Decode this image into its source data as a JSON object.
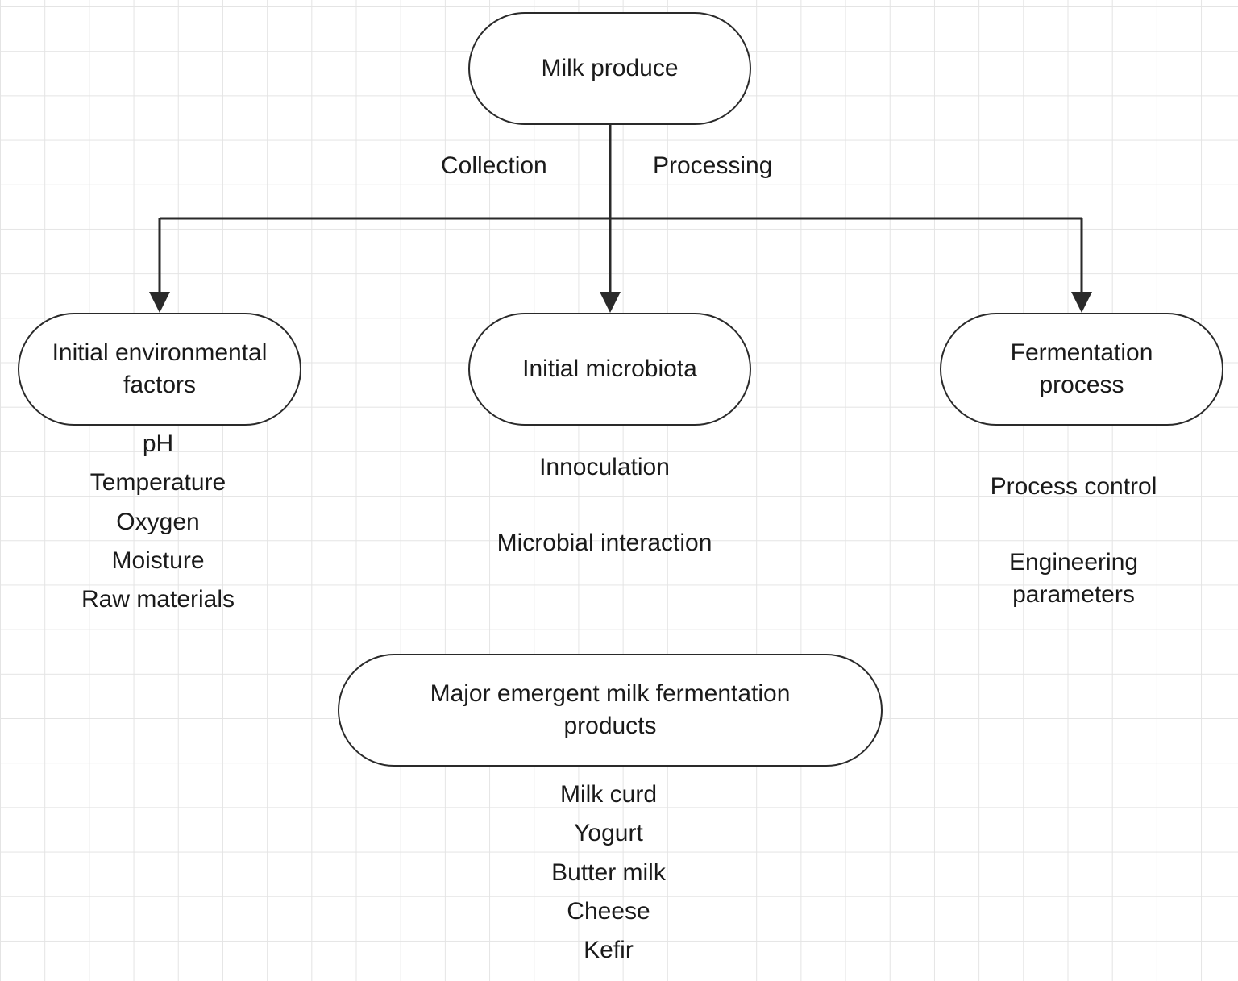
{
  "diagram": {
    "root": {
      "label": "Milk produce"
    },
    "edge_labels": {
      "left": "Collection",
      "right": "Processing"
    },
    "branches": [
      {
        "label": "Initial environmental factors",
        "items": [
          "pH",
          "Temperature",
          "Oxygen",
          "Moisture",
          "Raw materials"
        ]
      },
      {
        "label": "Initial microbiota",
        "items": [
          "Innoculation",
          "Microbial interaction"
        ]
      },
      {
        "label": "Fermentation process",
        "items": [
          "Process control",
          "Engineering parameters"
        ]
      }
    ],
    "products": {
      "label": "Major emergent milk fermentation products",
      "items": [
        "Milk curd",
        "Yogurt",
        "Butter milk",
        "Cheese",
        "Kefir"
      ]
    }
  },
  "colors": {
    "line": "#2a2a2a",
    "grid": "#e4e4e4",
    "background": "#ffffff"
  }
}
